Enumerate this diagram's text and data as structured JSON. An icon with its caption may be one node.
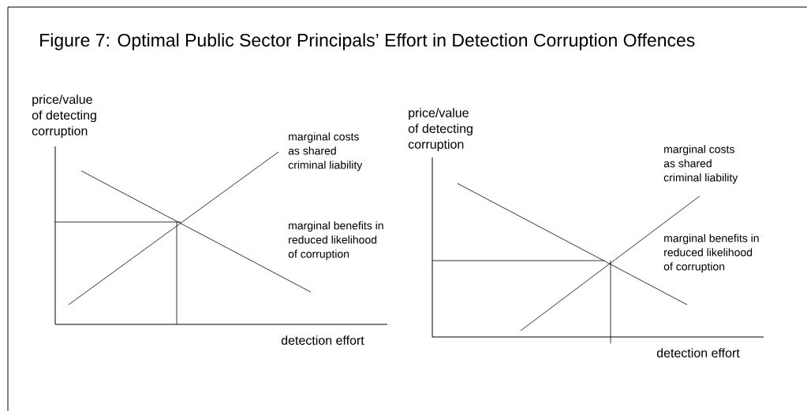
{
  "diagram": {
    "title": "Figure 7: Optimal Public Sector Principals’ Effort in Detection Corruption Offences",
    "labels": [
      "price/value of detecting corruption",
      "marginal costs as shared criminal liability",
      "marginal benefits in reduced likelihood of corruption",
      "detection effort",
      "price/value of detecting corruption",
      "marginal costs as shared criminal liability",
      "marginal benefits in reduced likelihood of corruption",
      "detection effort"
    ]
  }
}
